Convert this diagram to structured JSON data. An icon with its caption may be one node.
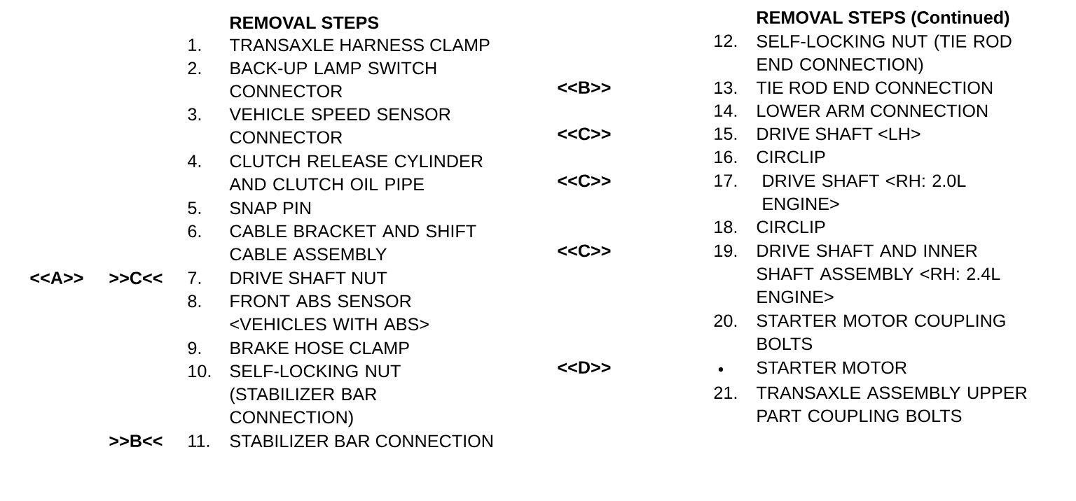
{
  "diagram": {
    "labels": [
      "REMOVAL STEPS",
      "1.",
      "TRANSAXLE HARNESS CLAMP",
      "2.",
      "BACK-UP LAMP SWITCH CONNECTOR",
      "3.",
      "VEHICLE SPEED SENSOR CONNECTOR",
      "4.",
      "CLUTCH RELEASE CYLINDER AND CLUTCH OIL PIPE",
      "5.",
      "SNAP PIN",
      "6.",
      "CABLE BRACKET AND SHIFT CABLE ASSEMBLY",
      "<<A>>",
      ">>C<<",
      "7.",
      "DRIVE SHAFT NUT",
      "8.",
      "FRONT ABS SENSOR <VEHICLES WITH ABS>",
      "9.",
      "BRAKE HOSE CLAMP",
      "10.",
      "SELF-LOCKING NUT (STABILIZER BAR CONNECTION)",
      ">>B<<",
      "11.",
      "STABILIZER BAR CONNECTION",
      "REMOVAL STEPS (Continued)",
      "12.",
      "SELF-LOCKING NUT (TIE ROD END CONNECTION)",
      "<<B>>",
      "13.",
      "TIE ROD END CONNECTION",
      "14.",
      "LOWER ARM CONNECTION",
      "<<C>>",
      "15.",
      "DRIVE SHAFT <LH>",
      "16.",
      "CIRCLIP",
      "<<C>>",
      "17.",
      "DRIVE SHAFT <RH: 2.0L ENGINE>",
      "18.",
      "CIRCLIP",
      "<<C>>",
      "19.",
      "DRIVE SHAFT AND INNER SHAFT ASSEMBLY <RH: 2.4L ENGINE>",
      "20.",
      "STARTER MOTOR COUPLING BOLTS",
      "<<D>>",
      "STARTER MOTOR",
      "21.",
      "TRANSAXLE ASSEMBLY UPPER PART COUPLING BOLTS"
    ]
  }
}
